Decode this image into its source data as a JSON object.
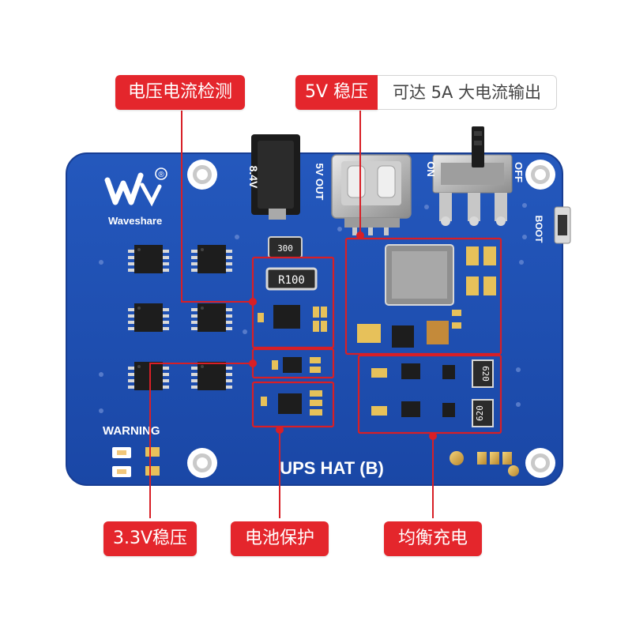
{
  "board": {
    "title": "UPS HAT (B)",
    "brand": "Waveshare",
    "warning": "WARNING",
    "registered_mark": "®"
  },
  "silkscreen": {
    "input_voltage": "8.4V",
    "usb_out": "5V OUT",
    "switch_on": "ON",
    "switch_off": "OFF",
    "boot": "BOOT"
  },
  "components": {
    "shunt_resistor": "R100",
    "inductor_code": "300",
    "balance_resistor_top": "620",
    "balance_resistor_bottom": "620"
  },
  "callouts": {
    "current_sense": "电压电流检测",
    "reg_5v": "5V 稳压",
    "reg_5v_note": "可达 5A 大电流输出",
    "reg_3v3": "3.3V稳压",
    "battery_protect": "电池保护",
    "balance_charge": "均衡充电"
  },
  "colors": {
    "board_blue": "#1f4fb0",
    "callout_red": "#e4262c",
    "outline_red": "#d81f26",
    "silkscreen": "#ffffff"
  }
}
